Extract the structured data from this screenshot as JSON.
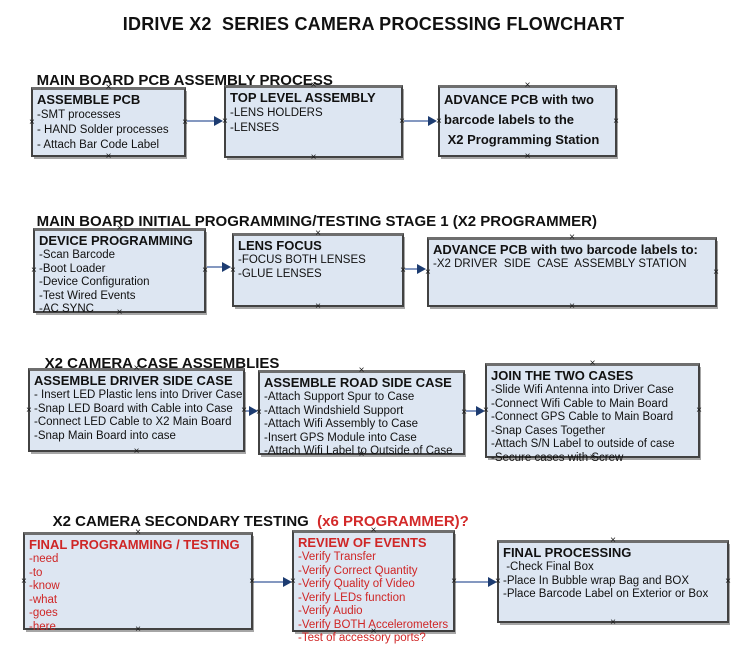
{
  "title": "IDRIVE X2  SERIES CAMERA PROCESSING FLOWCHART",
  "glyphs": {
    "handle": "×"
  },
  "colors": {
    "box_fill": "#dde6f2",
    "box_border": "#3d3d3d",
    "box_shadow": "#a6a6a6",
    "arrow_line": "#8498c0",
    "arrow_head": "#1d3c71",
    "red_text": "#cf2626",
    "heading_red": "#d32a2a",
    "black_text": "#111111"
  },
  "sections": [
    {
      "heading": "MAIN BOARD PCB ASSEMBLY PROCESS",
      "boxes": [
        {
          "title": "ASSEMBLE PCB",
          "items": [
            "-SMT processes",
            "- HAND Solder processes",
            "- Attach Bar Code Label"
          ]
        },
        {
          "title": "TOP LEVEL ASSEMBLY",
          "items": [
            "-LENS HOLDERS",
            "-LENSES"
          ]
        },
        {
          "title": "ADVANCE PCB with two barcode labels to the",
          "items": [
            " X2 Programming Station"
          ]
        }
      ]
    },
    {
      "heading": "MAIN BOARD INITIAL PROGRAMMING/TESTING STAGE 1 (X2 PROGRAMMER)",
      "boxes": [
        {
          "title": "DEVICE PROGRAMMING",
          "items": [
            "-Scan Barcode",
            "-Boot Loader",
            "-Device Configuration",
            "-Test Wired Events",
            "-AC SYNC"
          ]
        },
        {
          "title": "LENS FOCUS",
          "items": [
            "-FOCUS BOTH LENSES",
            "-GLUE LENSES"
          ]
        },
        {
          "title": "ADVANCE PCB with two barcode labels to:",
          "items": [
            "-X2 DRIVER  SIDE  CASE  ASSEMBLY STATION"
          ]
        }
      ]
    },
    {
      "heading": "X2 CAMERA CASE ASSEMBLIES",
      "boxes": [
        {
          "title": "ASSEMBLE DRIVER SIDE CASE",
          "items": [
            "- Insert LED Plastic lens into Driver Case",
            "-Snap LED Board with Cable into Case",
            "-Connect LED Cable to X2 Main Board",
            "-Snap Main Board into case"
          ]
        },
        {
          "title": "ASSEMBLE ROAD SIDE CASE",
          "items": [
            "-Attach Support Spur to Case",
            "-Attach Windshield Support",
            "-Attach Wifi Assembly to Case",
            "-Insert GPS Module into Case",
            "-Attach Wifi Label to Outside of Case"
          ]
        },
        {
          "title": "JOIN THE TWO CASES",
          "items": [
            "-Slide Wifi Antenna into Driver Case",
            "-Connect Wifi Cable to Main Board",
            "-Connect GPS Cable to Main Board",
            "-Snap Cases Together",
            "-Attach S/N Label to outside of case",
            "-Secure cases with Screw"
          ]
        }
      ]
    },
    {
      "heading": "X2 CAMERA SECONDARY TESTING ",
      "heading_red": " (x6 PROGRAMMER)?",
      "boxes": [
        {
          "title": "FINAL PROGRAMMING / TESTING",
          "items": [
            "-need",
            "-to",
            "-know",
            "-what",
            "-goes",
            "-here"
          ]
        },
        {
          "title": "REVIEW OF EVENTS",
          "items": [
            "-Verify Transfer",
            "-Verify Correct Quantity",
            "-Verify Quality of Video",
            "-Verify LEDs function",
            "-Verify Audio",
            "-Verify BOTH Accelerometers",
            "-Test of accessory ports?"
          ]
        },
        {
          "title": "FINAL PROCESSING",
          "items": [
            " -Check Final Box",
            "-Place In Bubble wrap Bag and BOX",
            "-Place Barcode Label on Exterior or Box"
          ]
        }
      ]
    }
  ]
}
